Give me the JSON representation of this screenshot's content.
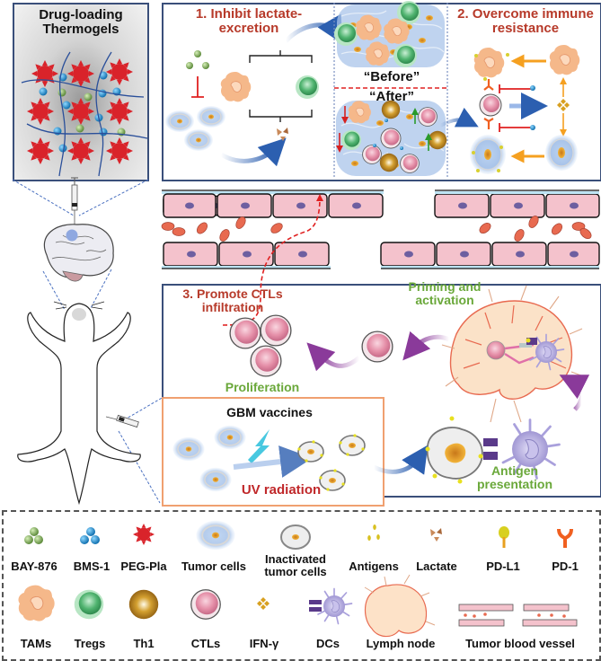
{
  "figure": {
    "thermogel_panel": {
      "title_line1": "Drug-loading",
      "title_line2": "Thermogels"
    },
    "step1": {
      "title_line1": "1. Inhibit lactate-",
      "title_line2": "excretion"
    },
    "before_label": "“Before”",
    "after_label": "“After”",
    "step2": {
      "title_line1": "2. Overcome immune",
      "title_line2": "resistance"
    },
    "step3": {
      "title_line1": "3. Promote  CTLs",
      "title_line2": "infiltration"
    },
    "priming": {
      "line1": "Priming and",
      "line2": "activation"
    },
    "proliferation": "Proliferation",
    "vaccine_box": {
      "title": "GBM vaccines",
      "uv_label": "UV radiation"
    },
    "antigen_presentation": {
      "line1": "Antigen",
      "line2": "presentation"
    }
  },
  "legend": {
    "row1": [
      {
        "label": "BAY-876",
        "icon": "bay-876-icon"
      },
      {
        "label": "BMS-1",
        "icon": "bms-1-icon"
      },
      {
        "label": "PEG-Pla",
        "icon": "peg-pla-icon"
      },
      {
        "label": "Tumor cells",
        "icon": "tumor-cell-icon"
      },
      {
        "label": "Inactivated\ntumor cells",
        "label_line1": "Inactivated",
        "label_line2": "tumor cells",
        "icon": "inactivated-tumor-cell-icon"
      },
      {
        "label": "Antigens",
        "icon": "antigen-icon"
      },
      {
        "label": "Lactate",
        "icon": "lactate-icon"
      },
      {
        "label": "PD-L1",
        "icon": "pd-l1-icon"
      },
      {
        "label": "PD-1",
        "icon": "pd-1-icon"
      }
    ],
    "row2": [
      {
        "label": "TAMs",
        "icon": "tam-icon"
      },
      {
        "label": "Tregs",
        "icon": "treg-icon"
      },
      {
        "label": "Th1",
        "icon": "th1-icon"
      },
      {
        "label": "CTLs",
        "icon": "ctl-icon"
      },
      {
        "label": "IFN-γ",
        "icon": "ifn-gamma-icon"
      },
      {
        "label": "DCs",
        "icon": "dc-icon"
      },
      {
        "label": "Lymph node",
        "icon": "lymph-node-icon"
      },
      {
        "label": "Tumor blood vessel",
        "icon": "tumor-blood-vessel-icon"
      }
    ]
  },
  "colors": {
    "panel_border": "#3a4f7a",
    "title_red": "#b73a2a",
    "label_green": "#6aa83a",
    "uv_red": "#c0282a",
    "vaccine_border": "#f0a070",
    "ctl_pink": "#e58fa8",
    "treg_green": "#4fb36f",
    "tam_orange": "#f5b88a",
    "bms_blue": "#1f8fcf",
    "bay_green": "#7fae5a",
    "peg_red": "#d9232a",
    "arrow_blue": "#2c5fb0",
    "arrow_purple": "#8a3a9a",
    "arrow_orange": "#f5a020",
    "dc_purple": "#9a90d0"
  }
}
